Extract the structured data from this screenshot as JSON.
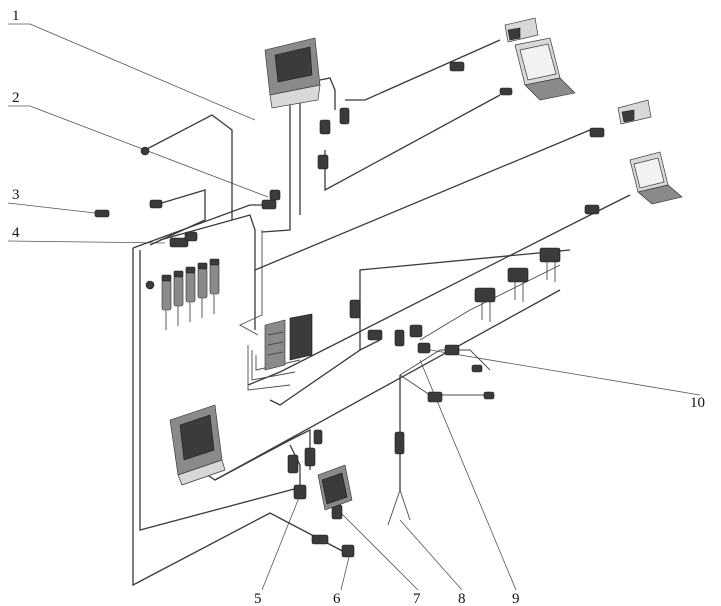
{
  "callouts": [
    {
      "id": "1",
      "label": "1"
    },
    {
      "id": "2",
      "label": "2"
    },
    {
      "id": "3",
      "label": "3"
    },
    {
      "id": "4",
      "label": "4"
    },
    {
      "id": "5",
      "label": "5"
    },
    {
      "id": "6",
      "label": "6"
    },
    {
      "id": "7",
      "label": "7"
    },
    {
      "id": "8",
      "label": "8"
    },
    {
      "id": "9",
      "label": "9"
    },
    {
      "id": "10",
      "label": "10"
    }
  ],
  "components": {
    "ecu_top": "ecu-module-icon",
    "ecu_bottom": "ecu-module-icon",
    "laptop_1": "laptop-icon",
    "laptop_2": "laptop-icon",
    "interface_box_1": "diagnostic-interface-icon",
    "interface_box_2": "diagnostic-interface-icon",
    "injector_bank": "fuel-injector-icon",
    "harness": "wiring-harness-icon"
  },
  "colors": {
    "line": "#3a3a3a",
    "part": "#3b3b3b",
    "label": "#111111"
  }
}
